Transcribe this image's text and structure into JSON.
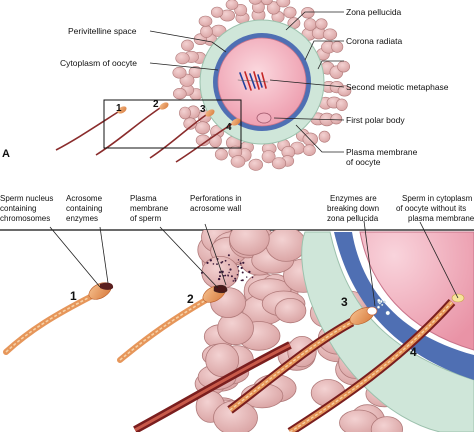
{
  "panel_a": {
    "letter": "A",
    "labels": {
      "perivitelline_space": "Perivitelline space",
      "cytoplasm_of_oocyte": "Cytoplasm of oocyte",
      "zona_pellucida": "Zona pellucida",
      "corona_radiata": "Corona radiata",
      "second_meiotic_metaphase": "Second meiotic metaphase",
      "first_polar_body": "First polar body",
      "plasma_membrane_line1": "Plasma membrane",
      "plasma_membrane_line2": "of oocyte"
    },
    "sperm_numbers": [
      "1",
      "2",
      "3",
      "4"
    ]
  },
  "panel_b": {
    "labels": {
      "sperm_nucleus_l1": "Sperm nucleus",
      "sperm_nucleus_l2": "containing",
      "sperm_nucleus_l3": "chromosomes",
      "acrosome_l1": "Acrosome",
      "acrosome_l2": "containing",
      "acrosome_l3": "enzymes",
      "plasma_membrane_l1": "Plasma",
      "plasma_membrane_l2": "membrane",
      "plasma_membrane_l3": "of sperm",
      "perforations_l1": "Perforations in",
      "perforations_l2": "acrosome wall",
      "enzymes_l1": "Enzymes are",
      "enzymes_l2": "breaking down",
      "enzymes_l3": "zona pellucida",
      "sperm_cyto_l1": "Sperm in cytoplasm",
      "sperm_cyto_l2": "of oocyte without its",
      "sperm_cyto_l3": "plasma membrane"
    },
    "sperm_numbers": [
      "1",
      "2",
      "3",
      "4"
    ]
  },
  "colors": {
    "corona_cell": "#e8bcbc",
    "corona_stroke": "#b07a7a",
    "zona_pellucida": "#cfe6d9",
    "perivitelline": "#4f6fb3",
    "cytoplasm": "#f4b7c2",
    "sperm_body": "#e6965a",
    "tail_dark": "#7a1e1e"
  }
}
